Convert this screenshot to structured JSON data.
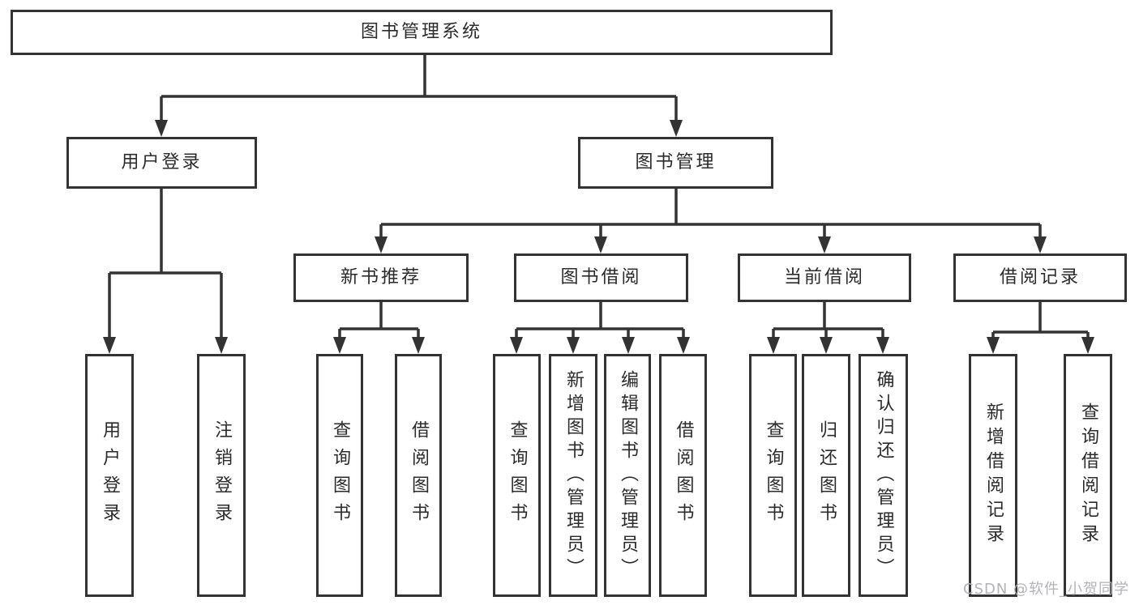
{
  "tree": {
    "root": "图书管理系统",
    "branches": [
      {
        "label": "用户登录",
        "leaves": [
          "用户登录",
          "注销登录"
        ]
      },
      {
        "label": "图书管理",
        "groups": [
          {
            "label": "新书推荐",
            "leaves": [
              "查询图书",
              "借阅图书"
            ]
          },
          {
            "label": "图书借阅",
            "leaves": [
              "查询图书",
              "新增图书（管理员）",
              "编辑图书（管理员）",
              "借阅图书"
            ]
          },
          {
            "label": "当前借阅",
            "leaves": [
              "查询图书",
              "归还图书",
              "确认归还（管理员）"
            ]
          },
          {
            "label": "借阅记录",
            "leaves": [
              "新增借阅记录",
              "查询借阅记录"
            ]
          }
        ]
      }
    ]
  },
  "watermark": "CSDN @软件_小贺同学",
  "colors": {
    "line": "#333333",
    "box_border": "#333333",
    "box_fill": "#ffffff",
    "text": "#2b2b2b",
    "watermark": "#b3b3b8"
  }
}
